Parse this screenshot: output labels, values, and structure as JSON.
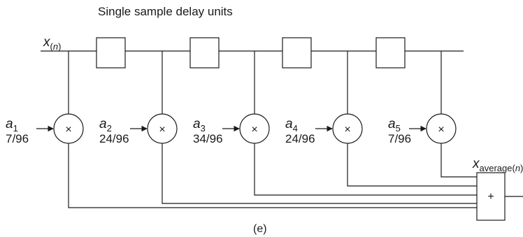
{
  "title": "Single sample delay units",
  "input": {
    "symbol": "x",
    "sub_open": "(",
    "sub_var": "n",
    "sub_close": ")"
  },
  "output": {
    "symbol": "x",
    "sub_text": "average(",
    "sub_var": "n",
    "sub_close": ")"
  },
  "multiply_symbol": "×",
  "adder_symbol": "+",
  "caption": "(e)",
  "coefficients": [
    {
      "name": "a",
      "sub": "1",
      "value": "7/96"
    },
    {
      "name": "a",
      "sub": "2",
      "value": "24/96"
    },
    {
      "name": "a",
      "sub": "3",
      "value": "34/96"
    },
    {
      "name": "a",
      "sub": "4",
      "value": "24/96"
    },
    {
      "name": "a",
      "sub": "5",
      "value": "7/96"
    }
  ]
}
